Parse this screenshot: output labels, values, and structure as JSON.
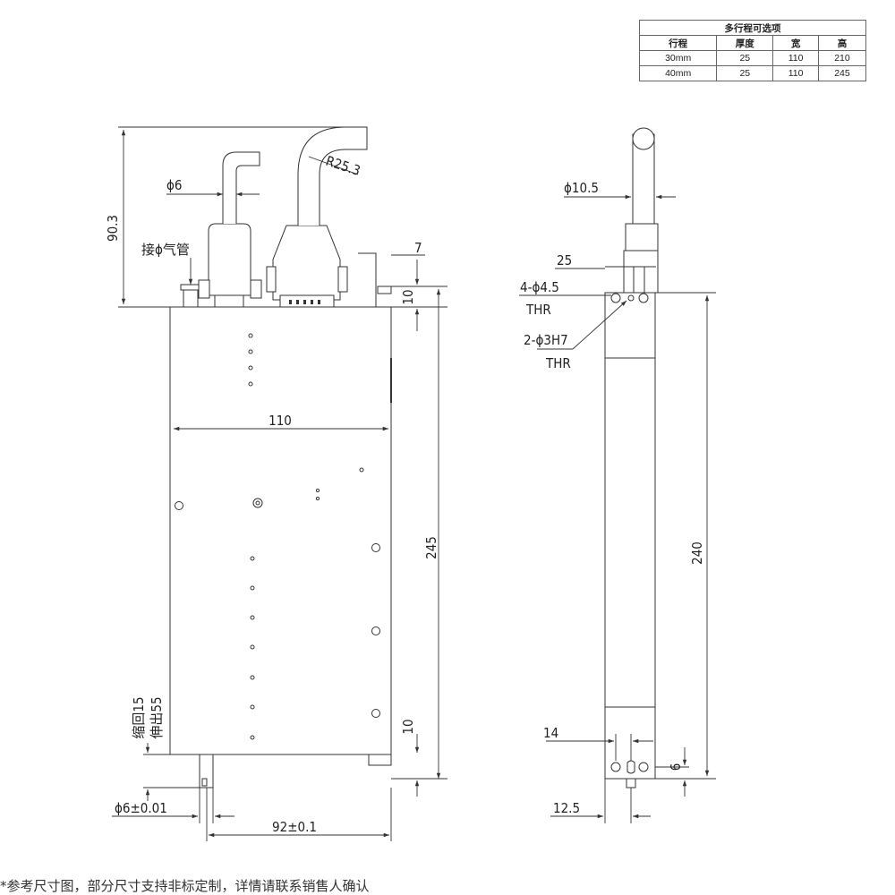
{
  "options_table": {
    "title": "多行程可选项",
    "headers": [
      "行程",
      "厚度",
      "宽",
      "高"
    ],
    "rows": [
      [
        "30mm",
        "25",
        "110",
        "210"
      ],
      [
        "40mm",
        "25",
        "110",
        "245"
      ]
    ]
  },
  "front_view": {
    "dim_height_total": "90.3",
    "dim_tube": "ϕ6",
    "dim_bend_radius": "R25.3",
    "air_label": "接ϕ气管",
    "dim_top_offset": "7",
    "dim_top_margin": "10",
    "dim_width": "110",
    "dim_height": "245",
    "dim_bottom_margin": "10",
    "stroke_retract": "缩回15",
    "stroke_extend": "伸出55",
    "dim_shaft": "ϕ6±0.01",
    "dim_shaft_pos": "92±0.1"
  },
  "side_view": {
    "dim_cable": "ϕ10.5",
    "dim_thickness": "25",
    "hole_1_spec": "4-ϕ4.5",
    "hole_1_thr": "THR",
    "hole_2_spec": "2-ϕ3H7",
    "hole_2_thr": "THR",
    "dim_length": "240",
    "dim_hole_pitch": "14",
    "dim_hole_offset": "6",
    "dim_edge": "12.5"
  },
  "footnote": "*参考尺寸图，部分尺寸支持非标定制，详情请联系销售人确认",
  "colors": {
    "line": "#333333",
    "background": "#ffffff"
  }
}
